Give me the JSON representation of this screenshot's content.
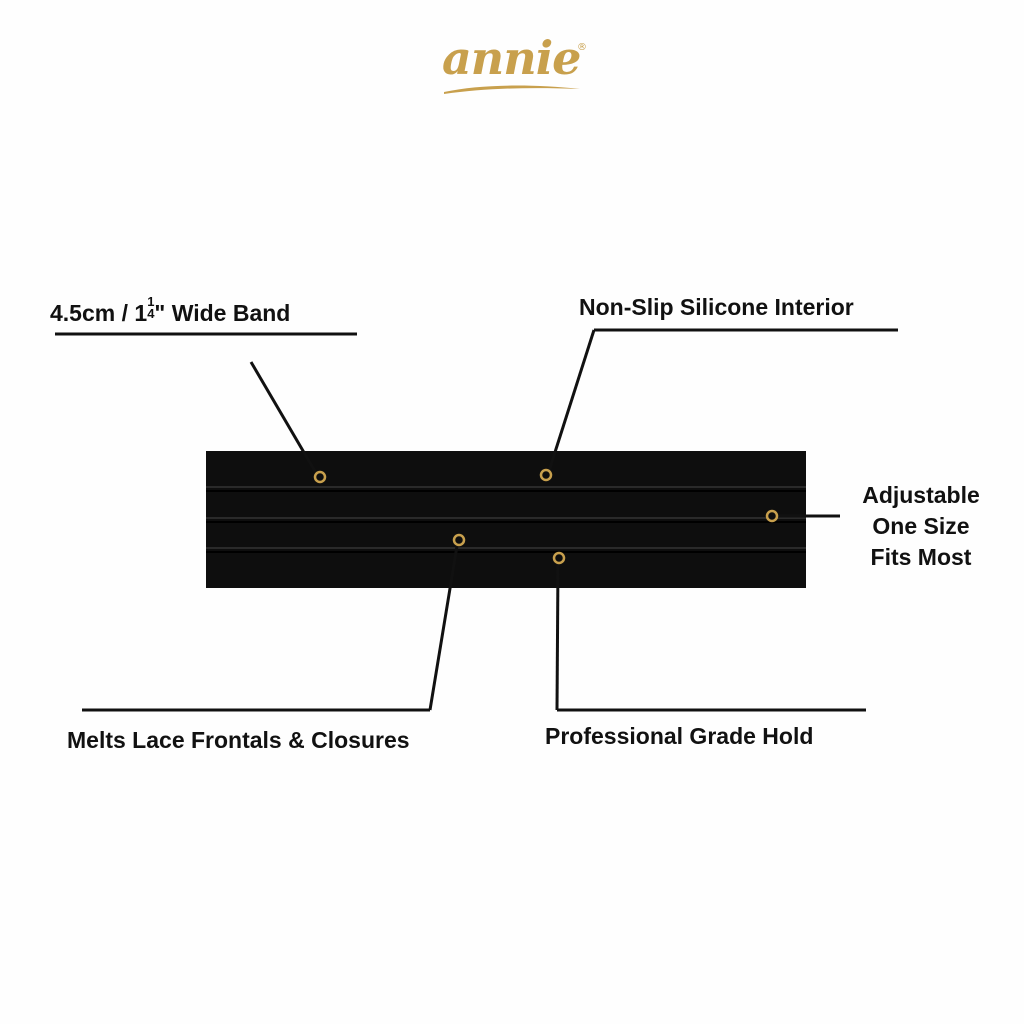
{
  "brand": {
    "logo_text": "annie",
    "registered_mark": "®",
    "colors": {
      "gold": "#c8a04d",
      "text": "#111111",
      "band": "#0e0e0e",
      "background": "#fefefe"
    }
  },
  "callouts": {
    "wide_band": {
      "prefix": "4.5cm / 1",
      "frac_num": "1",
      "frac_den": "4",
      "suffix": "\" Wide Band"
    },
    "non_slip": "Non-Slip Silicone Interior",
    "adjustable": [
      "Adjustable",
      "One Size",
      "Fits Most"
    ],
    "melts_lace": "Melts Lace Frontals & Closures",
    "professional": "Professional Grade Hold"
  }
}
